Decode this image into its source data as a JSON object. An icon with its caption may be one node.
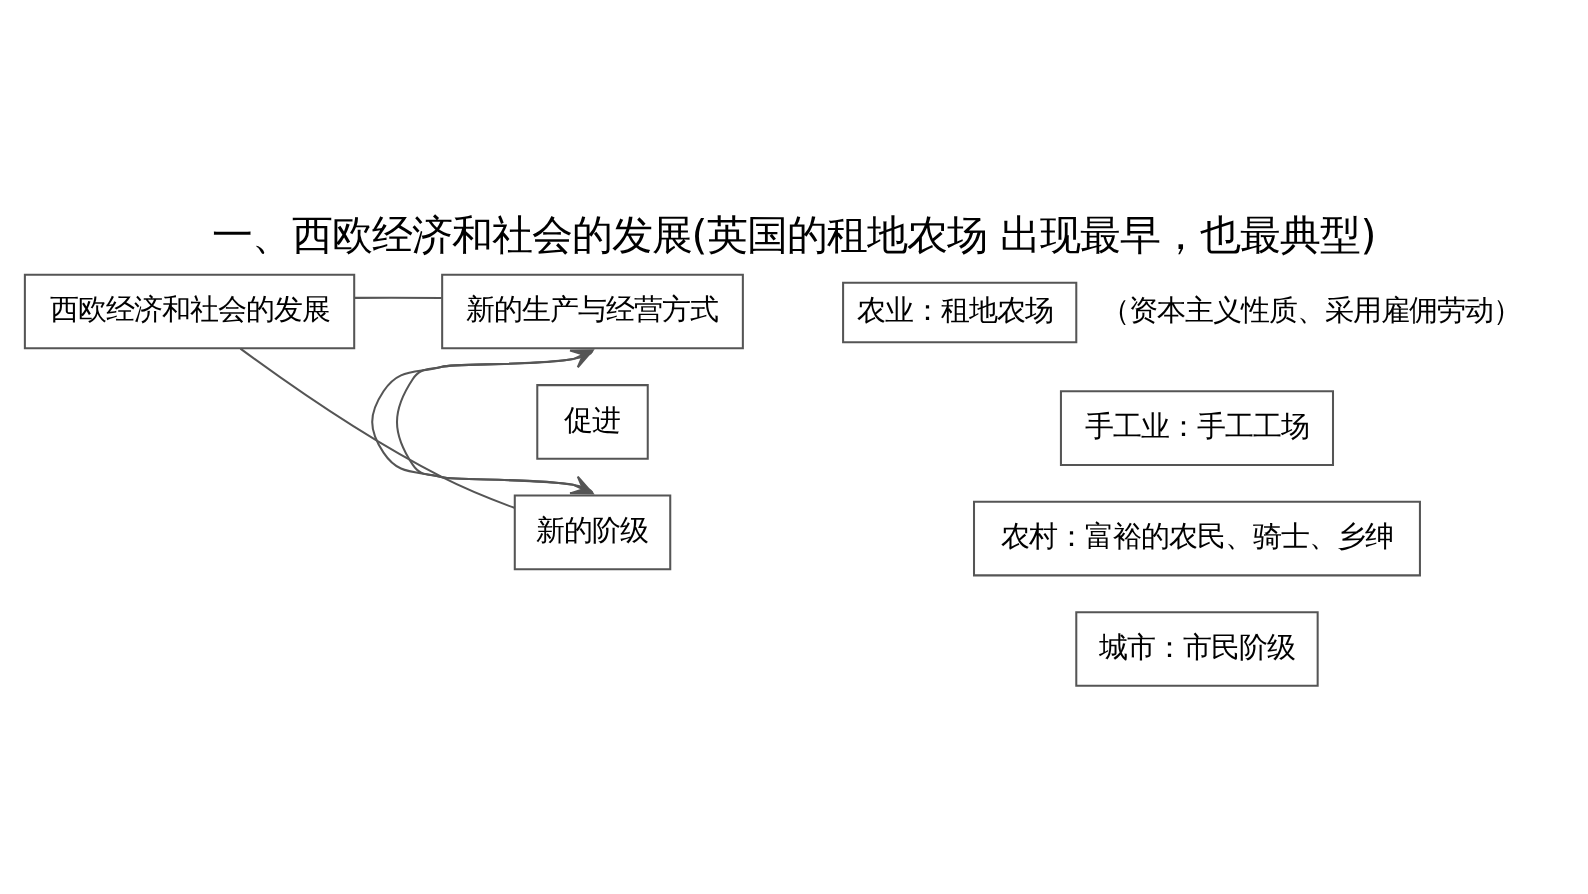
{
  "diagram": {
    "title": "一、西欧经济和社会的发展(英国的租地农场 出现最早，也最典型)",
    "nodes": [
      {
        "text": [
          "西欧经济和社会的发展"
        ]
      },
      {
        "text": [
          "新的生产与经营方式"
        ]
      },
      {
        "text": [
          "促进"
        ]
      },
      {
        "text": [
          "新的阶级"
        ]
      },
      {
        "text": [
          "农业：租地农场"
        ],
        "beside": [
          "（资本主义性质、采用雇佣劳动）"
        ]
      },
      {
        "text": [
          "手工业：手工工场"
        ]
      },
      {
        "text": [
          "农村：富裕的农民、骑士、乡绅"
        ]
      },
      {
        "text": [
          "城市：市民阶级"
        ]
      }
    ],
    "edges": [
      {
        "from": 0,
        "to": 1,
        "arrow": "none"
      },
      {
        "from": 0,
        "to": 3,
        "arrow": "none"
      },
      {
        "from": 1,
        "to": 3,
        "arrow": "to"
      },
      {
        "from": 3,
        "to": 1,
        "arrow": "to"
      }
    ]
  }
}
